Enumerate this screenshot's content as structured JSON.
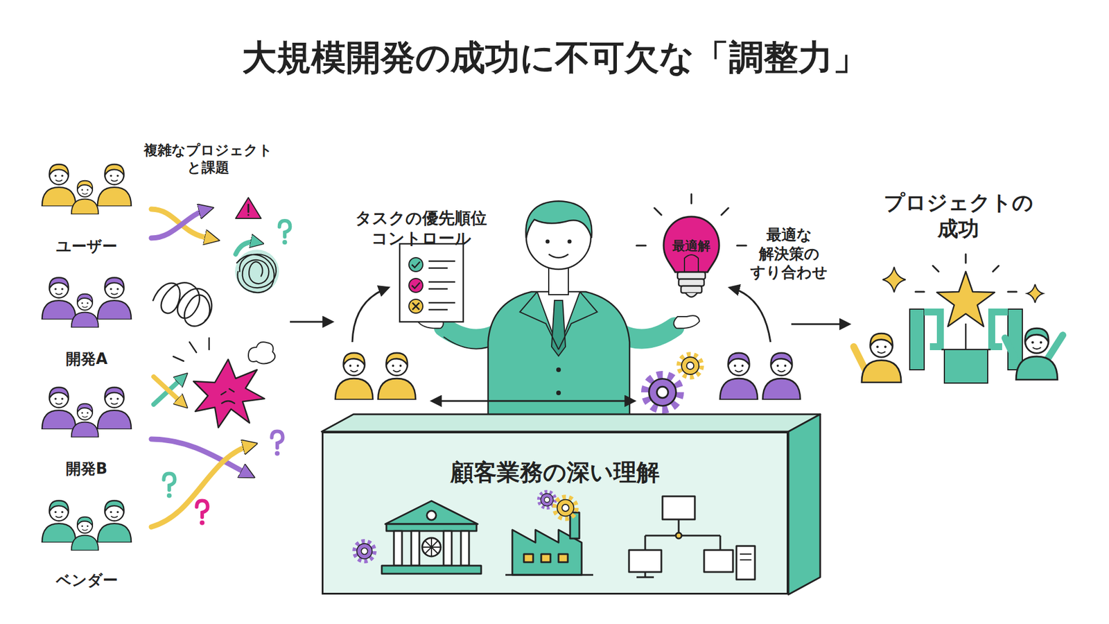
{
  "diagram": {
    "title": "大規模開発の成功に不可欠な「調整力」",
    "nodes": [
      {
        "text": [
          "顧客業務の深い理解"
        ]
      },
      {
        "text": [
          "最適解"
        ]
      }
    ],
    "labels": [
      "複雑なプロジェクト と課題",
      "ユーザー",
      "開発A",
      "開発B",
      "ベンダー",
      "タスクの優先順位 コントロール",
      "最適な 解決策の すり合わせ",
      "プロジェクトの 成功"
    ]
  }
}
